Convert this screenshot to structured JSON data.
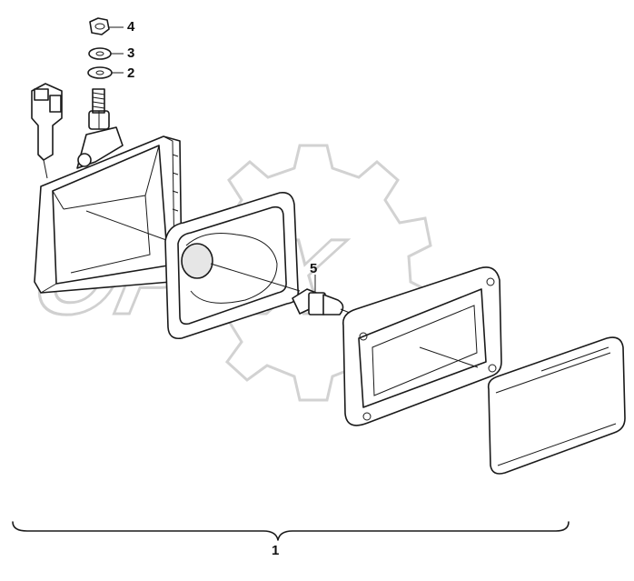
{
  "watermark": {
    "text": "OPEX",
    "color": "#d2d2d2"
  },
  "callouts": [
    {
      "id": "c4",
      "label": "4"
    },
    {
      "id": "c3",
      "label": "3"
    },
    {
      "id": "c2",
      "label": "2"
    },
    {
      "id": "c5",
      "label": "5"
    },
    {
      "id": "c1",
      "label": "1"
    }
  ]
}
